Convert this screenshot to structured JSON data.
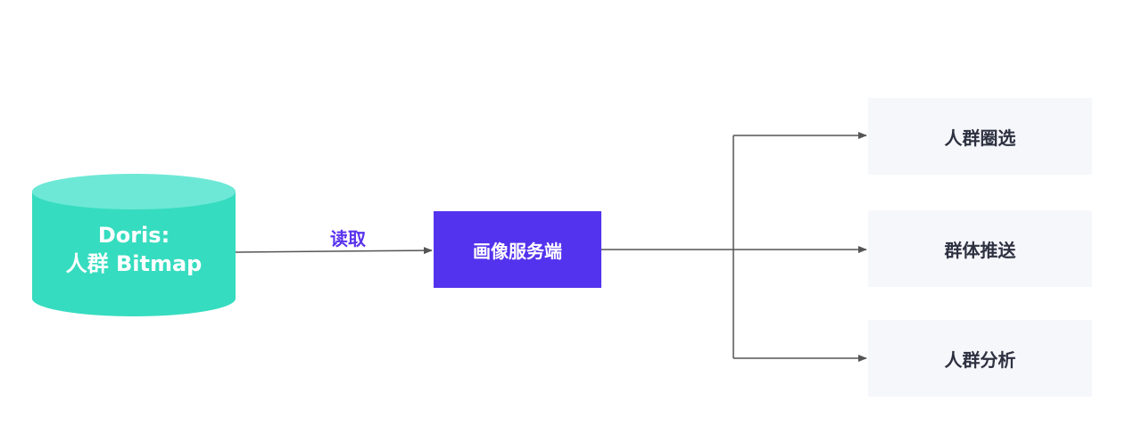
{
  "diagram": {
    "database": {
      "line1": "Doris:",
      "line2": "人群 Bitmap",
      "fill": "#36dcbf",
      "top_fill": "#6ee8d6"
    },
    "edge_read_label": "读取",
    "service": {
      "label": "画像服务端",
      "fill": "#5333ed"
    },
    "targets": [
      {
        "label": "人群圈选"
      },
      {
        "label": "群体推送"
      },
      {
        "label": "人群分析"
      }
    ],
    "colors": {
      "connector": "#555555",
      "label_accent": "#5a33ee",
      "target_fill": "#f6f7fb",
      "target_text": "#2d3140"
    }
  }
}
